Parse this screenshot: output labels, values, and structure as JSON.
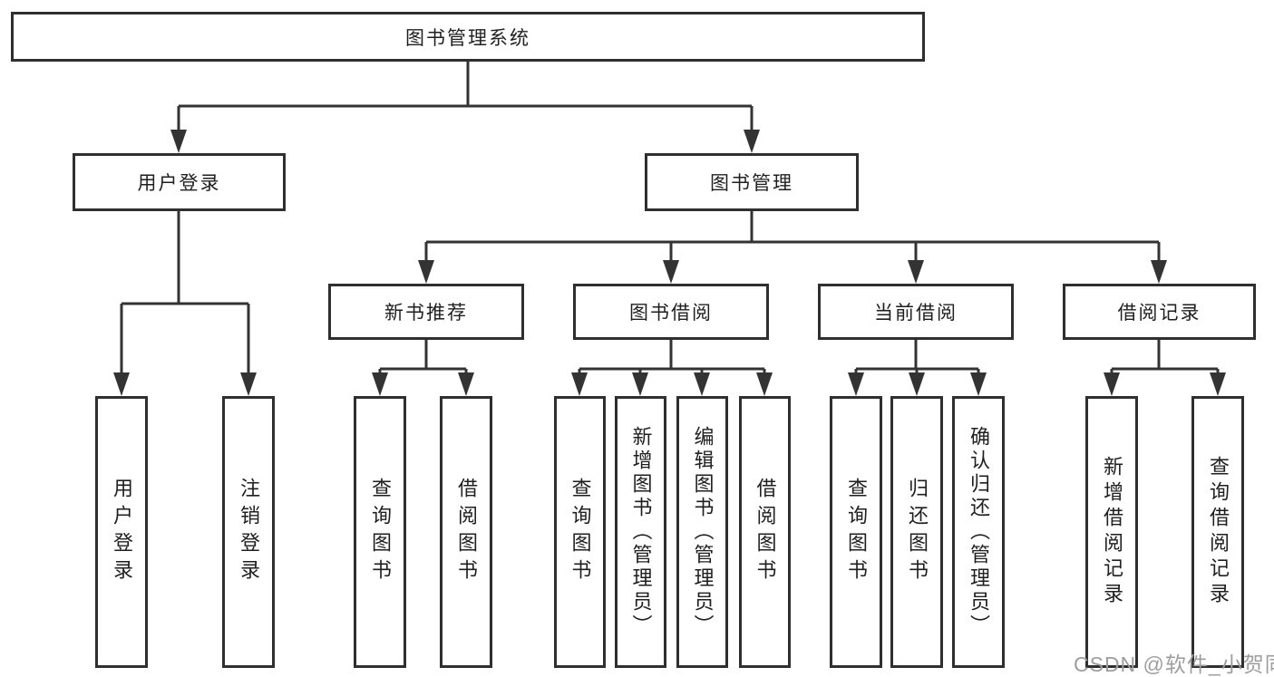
{
  "colors": {
    "line": "#333333",
    "box-border": "#2f2f2f",
    "text": "#1f1f1f",
    "bg": "#ffffff",
    "watermark": "#9e9e9e"
  },
  "tree": {
    "root": {
      "label": "图书管理系统",
      "children": [
        {
          "label": "用户登录",
          "children": [
            {
              "label": "用户登录"
            },
            {
              "label": "注销登录"
            }
          ]
        },
        {
          "label": "图书管理",
          "children": [
            {
              "label": "新书推荐",
              "children": [
                {
                  "label": "查询图书"
                },
                {
                  "label": "借阅图书"
                }
              ]
            },
            {
              "label": "图书借阅",
              "children": [
                {
                  "label": "查询图书"
                },
                {
                  "label": "新增图书（管理员）"
                },
                {
                  "label": "编辑图书（管理员）"
                },
                {
                  "label": "借阅图书"
                }
              ]
            },
            {
              "label": "当前借阅",
              "children": [
                {
                  "label": "查询图书"
                },
                {
                  "label": "归还图书"
                },
                {
                  "label": "确认归还（管理员）"
                }
              ]
            },
            {
              "label": "借阅记录",
              "children": [
                {
                  "label": "新增借阅记录"
                },
                {
                  "label": "查询借阅记录"
                }
              ]
            }
          ]
        }
      ]
    }
  },
  "watermark": {
    "text": "CSDN @软件_小贺同学"
  }
}
